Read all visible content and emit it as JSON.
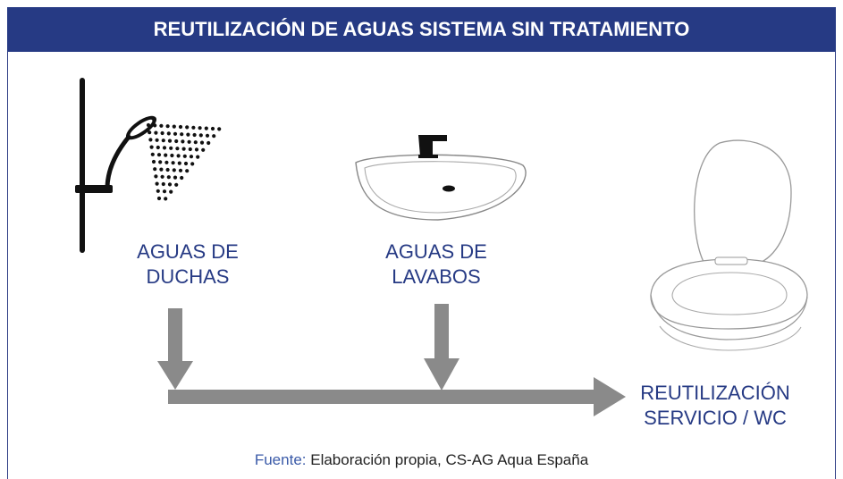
{
  "header": {
    "title": "REUTILIZACIÓN DE AGUAS SISTEMA SIN TRATAMIENTO"
  },
  "nodes": {
    "showers": {
      "line1": "AGUAS DE",
      "line2": "DUCHAS"
    },
    "sinks": {
      "line1": "AGUAS DE",
      "line2": "LAVABOS"
    },
    "wc": {
      "line1": "REUTILIZACIÓN",
      "line2": "SERVICIO / WC"
    }
  },
  "source": {
    "key": "Fuente:",
    "text": "Elaboración propia, CS-AG Aqua España"
  },
  "colors": {
    "header_bg": "#263a84",
    "label_text": "#263a84",
    "arrow_gray": "#8a8a8a",
    "icon_black": "#111111",
    "source_key": "#3a5aa8"
  },
  "icons": {
    "shower": "shower-icon",
    "sink": "sink-icon",
    "toilet": "toilet-icon"
  }
}
